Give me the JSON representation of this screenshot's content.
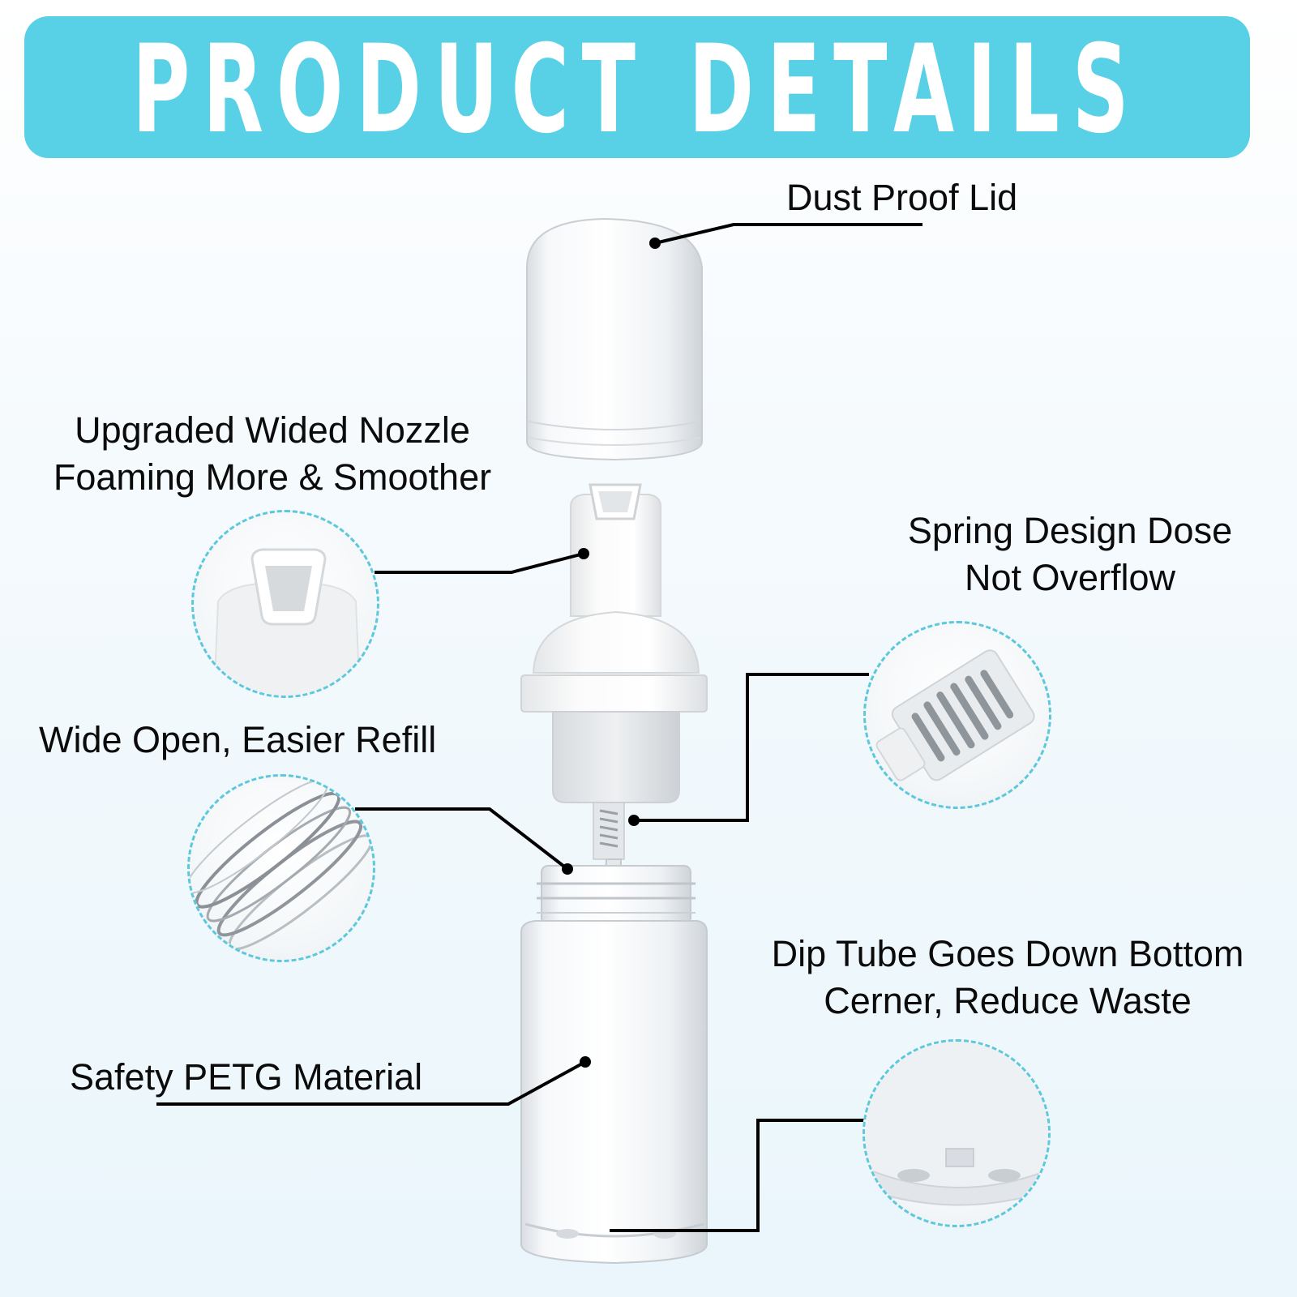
{
  "banner": {
    "title": "PRODUCT DETAILS",
    "color": "#58d0e5"
  },
  "labels": {
    "dust_proof_lid": "Dust Proof Lid",
    "nozzle_line1": "Upgraded Wided Nozzle",
    "nozzle_line2": "Foaming More & Smoother",
    "spring_line1": "Spring Design Dose",
    "spring_line2": "Not Overflow",
    "wide_open": "Wide Open, Easier Refill",
    "dip_tube_line1": "Dip Tube Goes Down Bottom",
    "dip_tube_line2": "Cerner, Reduce Waste",
    "petg": "Safety PETG Material"
  },
  "insets": [
    {
      "name": "nozzle-detail",
      "depicts": "foam pump nozzle tip"
    },
    {
      "name": "spring-detail",
      "depicts": "spring mechanism"
    },
    {
      "name": "thread-detail",
      "depicts": "bottle neck threads"
    },
    {
      "name": "bottom-detail",
      "depicts": "bottle bottom with dip tube"
    }
  ],
  "colors": {
    "accent": "#58d0e5",
    "dashed_border": "#5cc8dc",
    "leader_line": "#000000"
  }
}
